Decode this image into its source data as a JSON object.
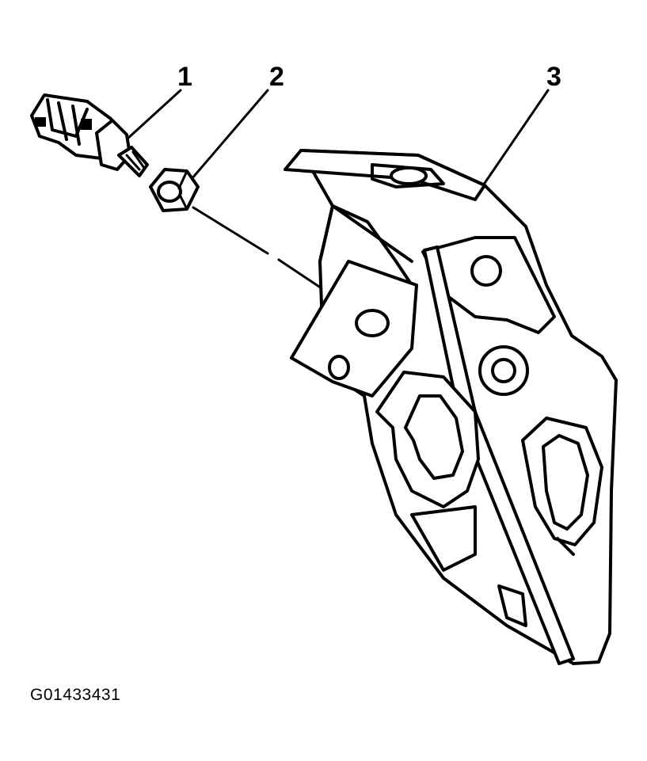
{
  "callouts": [
    {
      "id": "1",
      "label": "1"
    },
    {
      "id": "2",
      "label": "2"
    },
    {
      "id": "3",
      "label": "3"
    }
  ],
  "figure_id": "G01433431"
}
